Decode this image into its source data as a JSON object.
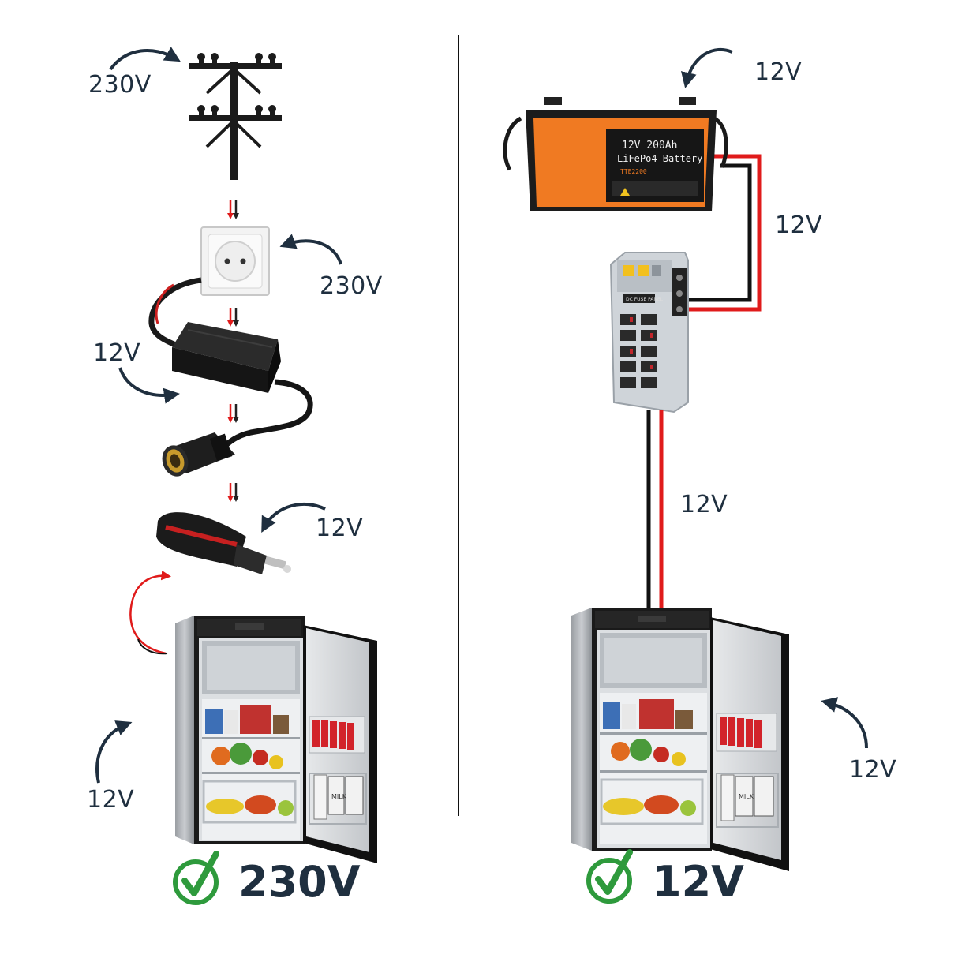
{
  "left": {
    "labels": {
      "pole": "230V",
      "socket": "230V",
      "adapter": "12V",
      "plug": "12V",
      "fridge": "12V"
    },
    "result": "230V"
  },
  "right": {
    "labels": {
      "battery": "12V",
      "battery_cable": "12V",
      "fuse_cable": "12V",
      "fridge": "12V"
    },
    "battery_text": {
      "line1": "12V 200Ah",
      "line2": "LiFePo4 Battery",
      "line3": "TTE2200"
    },
    "fusebox_text": "DC FUSE PANEL",
    "result": "12V"
  },
  "fridge_text": {
    "milk": "MILK"
  },
  "colors": {
    "check": "#2e9a3c",
    "label": "#1f2f3f",
    "wire_red": "#e01b1b",
    "wire_black": "#111111",
    "battery_orange": "#f07a22"
  }
}
